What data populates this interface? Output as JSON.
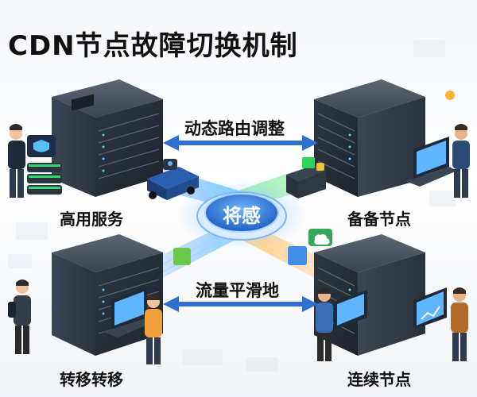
{
  "title": "CDN节点故障切换机制",
  "center_label": "将感",
  "top_arrow_label": "动态路由调整",
  "bottom_arrow_label": "流量平滑地",
  "nodes": {
    "top_left": "高用服务",
    "top_right": "备备节点",
    "bottom_left": "转移转移",
    "bottom_right": "连续节点"
  },
  "colors": {
    "server_dark": "#2c3540",
    "server_light": "#4a5564",
    "hub_blue": "#2f78d6",
    "arrow_blue": "#2f6fcf",
    "green_flow": "#34d05c",
    "orange_flow": "#f2a13a",
    "screen_blue": "#5fb6ff"
  }
}
